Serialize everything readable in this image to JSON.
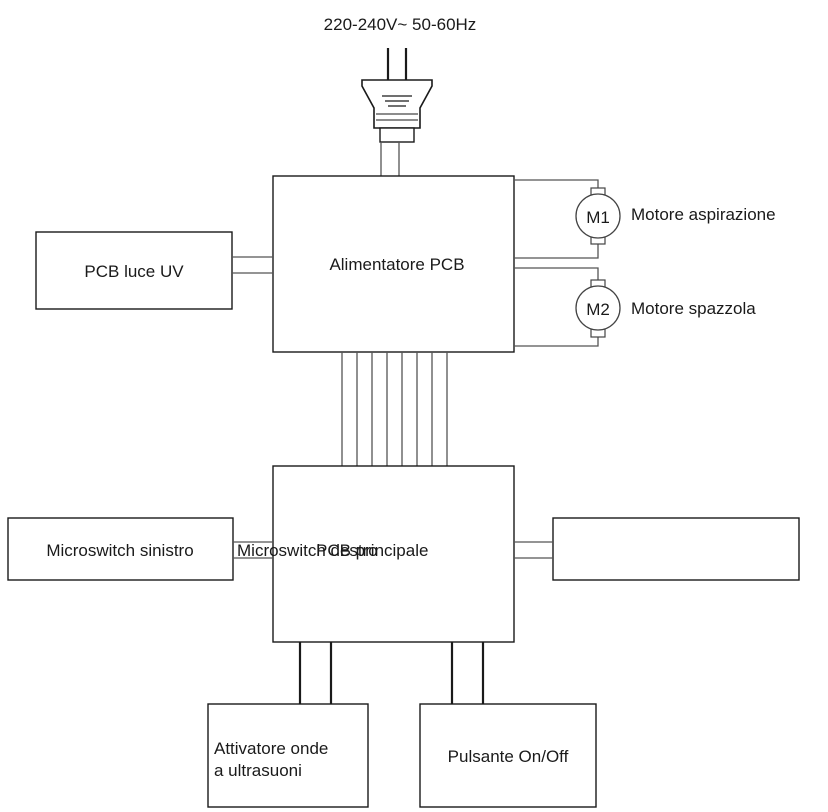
{
  "power_label": "220-240V~ 50-60Hz",
  "blocks": {
    "psu": "Alimentatore PCB",
    "uv": "PCB luce UV",
    "main": "PCB principale",
    "left_switch": "Microswitch sinistro",
    "right_switch": "Microswitch destro",
    "ultrasonic_line1": "Attivatore onde",
    "ultrasonic_line2": "a ultrasuoni",
    "onoff": "Pulsante On/Off"
  },
  "motors": [
    {
      "symbol": "M1",
      "label": "Motore aspirazione"
    },
    {
      "symbol": "M2",
      "label": "Motore spazzola"
    }
  ]
}
